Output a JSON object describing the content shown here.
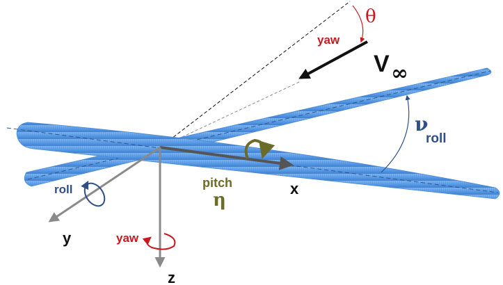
{
  "labels": {
    "theta": "θ",
    "yaw_top": "yaw",
    "v_inf": "V",
    "v_inf_sub": "∞",
    "nu": "ν",
    "roll_sub": "roll",
    "roll_left": "roll",
    "pitch": "pitch",
    "eta": "η",
    "x_axis": "x",
    "y_axis": "y",
    "z_axis": "z",
    "yaw_bottom": "yaw"
  },
  "colors": {
    "body_fill": "#5b9de6",
    "body_dark": "#3f7fcf",
    "axis_gray": "#8a8a8a",
    "pitch_olive": "#6b6b2a",
    "roll_navy": "#2f4f8a",
    "yaw_red": "#c8191e",
    "black": "#111111"
  }
}
